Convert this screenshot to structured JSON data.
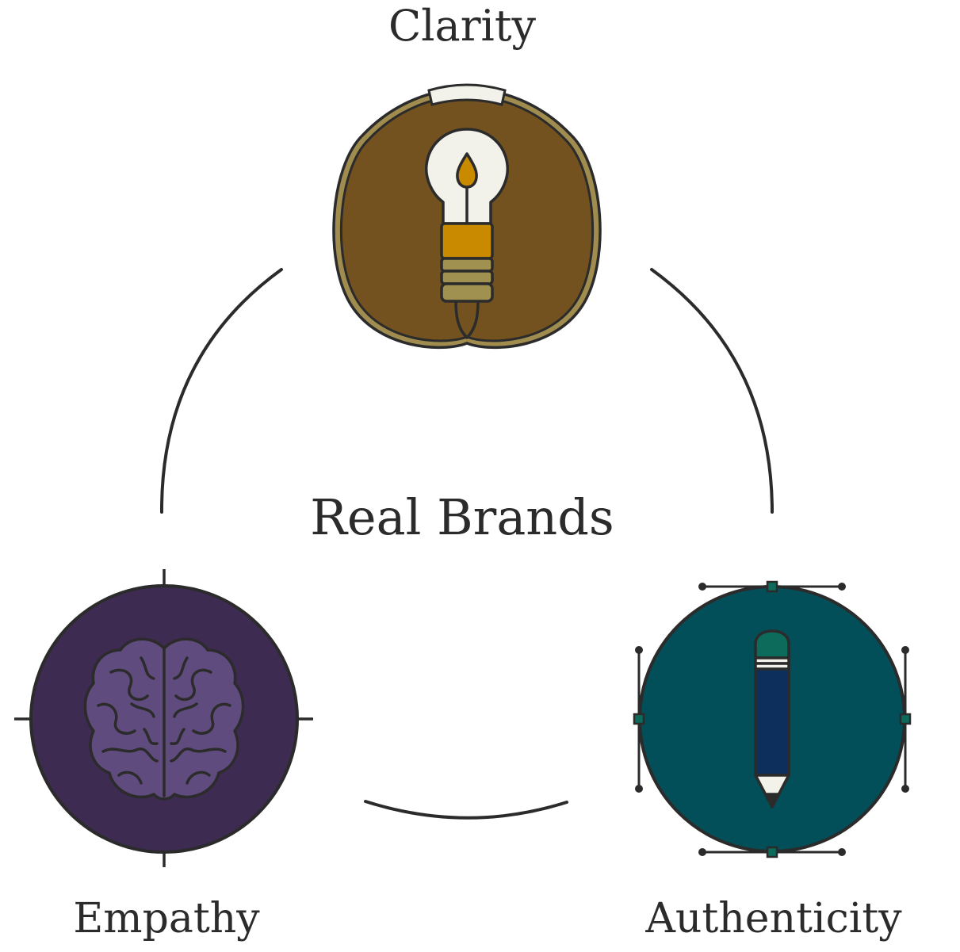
{
  "title": "Real Brands",
  "nodes": [
    {
      "label": "Clarity",
      "icon": "lightbulb-icon",
      "color": "#735220"
    },
    {
      "label": "Empathy",
      "icon": "brain-icon",
      "color": "#3d2b52"
    },
    {
      "label": "Authenticity",
      "icon": "pencil-icon",
      "color": "#034f59"
    }
  ],
  "colors": {
    "text": "#2b2b2b",
    "outline": "#2b2b2b",
    "clarity_bg": "#735220",
    "clarity_rim": "#a08c4e",
    "bulb_glass": "#f3f2ea",
    "bulb_accent": "#c98a00",
    "bulb_base": "#a09150",
    "empathy_bg": "#3d2b52",
    "brain": "#5f4b7d",
    "authenticity_bg": "#034f59",
    "pencil_body": "#0c2f5c",
    "pencil_eraser": "#0c6b5a",
    "pencil_tip": "#f3f2ea"
  }
}
